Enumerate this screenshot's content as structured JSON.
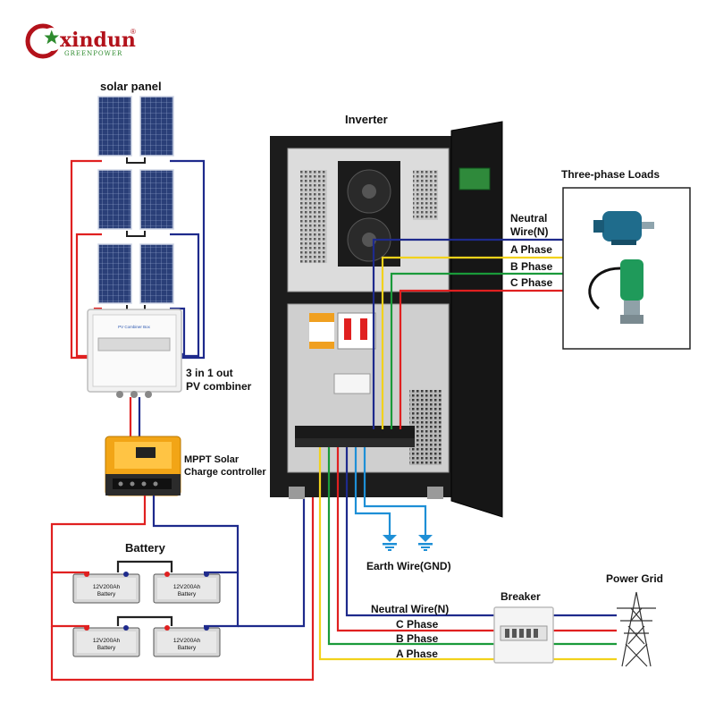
{
  "logo": {
    "brand": "xindun",
    "sub": "GREENPOWER",
    "registered": "®"
  },
  "labels": {
    "solar_panel": "solar panel",
    "inverter": "Inverter",
    "three_phase_loads": "Three-phase Loads",
    "combiner_line1": "3 in 1 out",
    "combiner_line2": "PV combiner",
    "combiner_box_caption": "PV Combiner Box",
    "mppt_line1": "MPPT Solar",
    "mppt_line2": "Charge controller",
    "battery": "Battery",
    "earth_wire": "Earth Wire(GND)",
    "breaker": "Breaker",
    "power_grid": "Power Grid"
  },
  "load_wires": {
    "neutral_line1": "Neutral",
    "neutral_line2": "Wire(N)",
    "a_phase": "A Phase",
    "b_phase": "B Phase",
    "c_phase": "C Phase"
  },
  "grid_wires": {
    "neutral": "Neutral Wire(N)",
    "c_phase": "C Phase",
    "b_phase": "B Phase",
    "a_phase": "A Phase"
  },
  "batteries": [
    {
      "line1": "12V200Ah",
      "line2": "Battery"
    },
    {
      "line1": "12V200Ah",
      "line2": "Battery"
    },
    {
      "line1": "12V200Ah",
      "line2": "Battery"
    },
    {
      "line1": "12V200Ah",
      "line2": "Battery"
    }
  ],
  "colors": {
    "positive": "#e02020",
    "negative": "#1e2a8c",
    "neutral": "#1e2a8c",
    "a_phase": "#f2d21b",
    "b_phase": "#1a9a3a",
    "c_phase": "#e02020",
    "earth": "#1e8fd6",
    "cabinet": "#1c1c1c",
    "brand": "#b3121b"
  }
}
